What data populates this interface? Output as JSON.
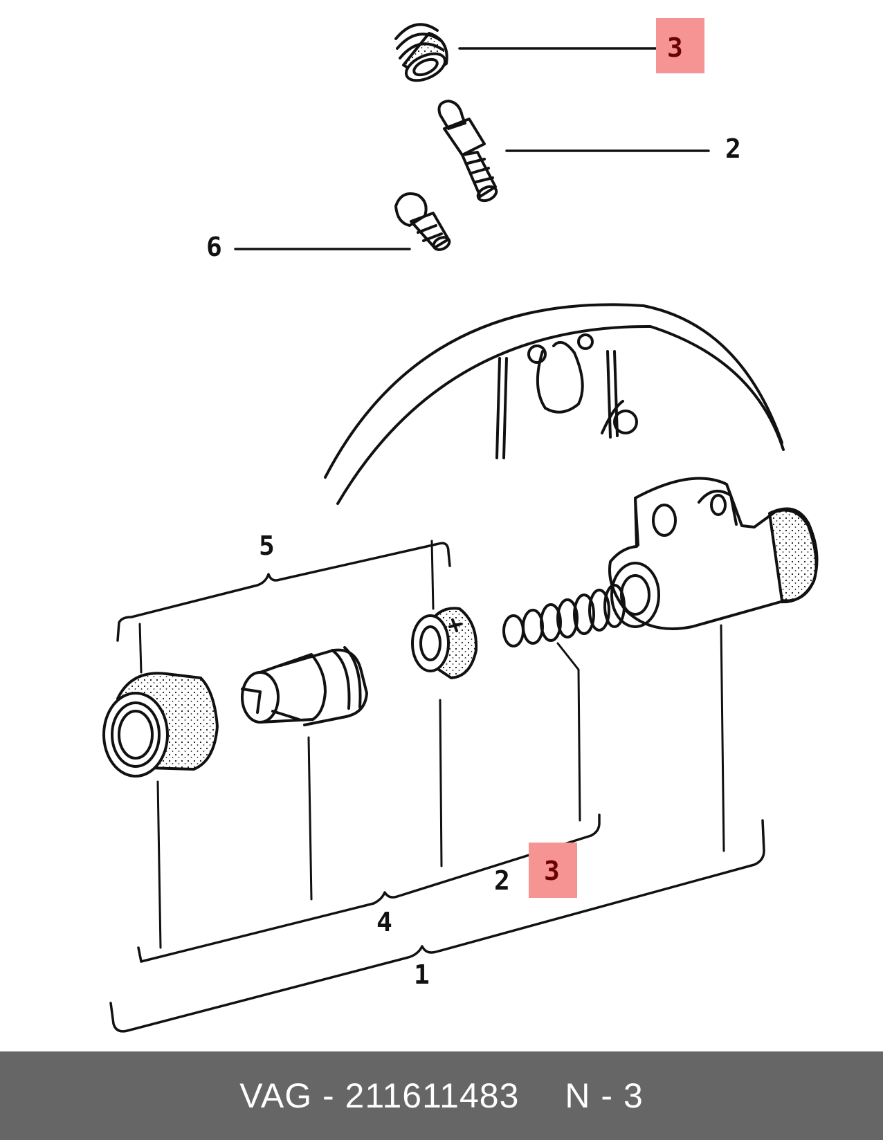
{
  "colors": {
    "highlight": "#f69494",
    "footer_bg": "#666666",
    "footer_text": "#ffffff",
    "ink": "#111111"
  },
  "callouts": {
    "top_seal": "3",
    "bleed_valve": "2",
    "screw": "6",
    "repair_kit_group": "5",
    "piston_kit_group": "4",
    "spring": "2",
    "seal_bottom": "3",
    "cylinder_assembly": "1"
  },
  "footer": {
    "part_number": "VAG - 211611483",
    "position": "N - 3"
  }
}
